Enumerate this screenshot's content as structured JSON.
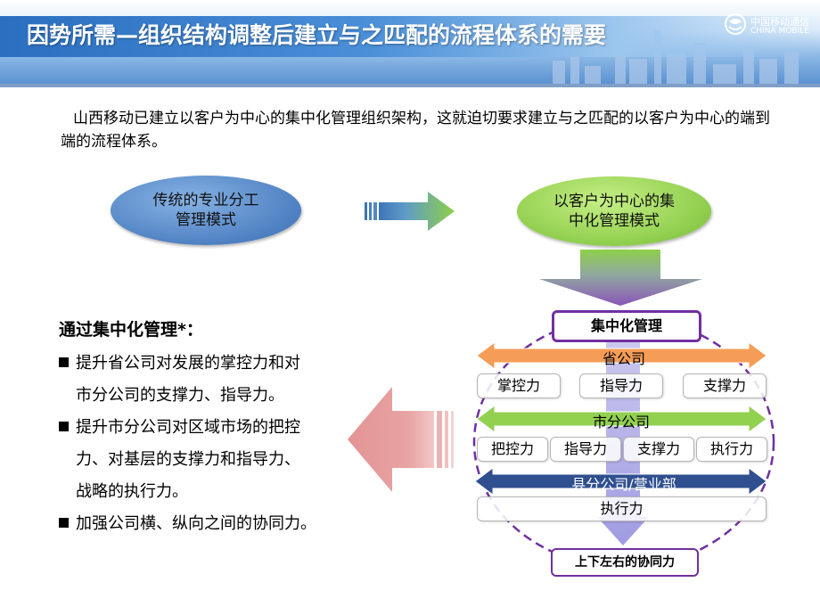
{
  "header": {
    "title": "因势所需—组织结构调整后建立与之匹配的流程体系的需要",
    "logo_cn": "中国移动通信",
    "logo_en": "CHINA MOBILE"
  },
  "intro": "山西移动已建立以客户为中心的集中化管理组织架构，这就迫切要求建立与之匹配的以客户为中心的端到端的流程体系。",
  "from_model": "传统的专业分工管理模式",
  "to_model": "以客户为中心的集中化管理模式",
  "left": {
    "title": "通过集中化管理*：",
    "bullets": [
      {
        "first": "提升省公司对发展的掌控力和对",
        "rest": "市分公司的支撑力、指导力。"
      },
      {
        "first": "提升市分公司对区域市场的把控",
        "rest": "力、对基层的支撑力和指导力、",
        "rest2": "战略的执行力。"
      },
      {
        "first": "加强公司横、纵向之间的协同力。"
      }
    ]
  },
  "diagram": {
    "top_box": "集中化管理",
    "bottom_box": "上下左右的协同力",
    "levels": [
      {
        "name": "省公司",
        "abilities": [
          "掌控力",
          "指导力",
          "支撑力"
        ]
      },
      {
        "name": "市分公司",
        "abilities": [
          "把控力",
          "指导力",
          "支撑力",
          "执行力"
        ]
      },
      {
        "name": "县分公司/营业部",
        "abilities": [
          "执行力"
        ]
      }
    ]
  },
  "colors": {
    "provincial_arrow": "#f59d56",
    "city_arrow": "#92d050",
    "county_arrow": "#2f4f8f",
    "circle": "#7030a0",
    "left_arrow": "#e59c9c"
  }
}
